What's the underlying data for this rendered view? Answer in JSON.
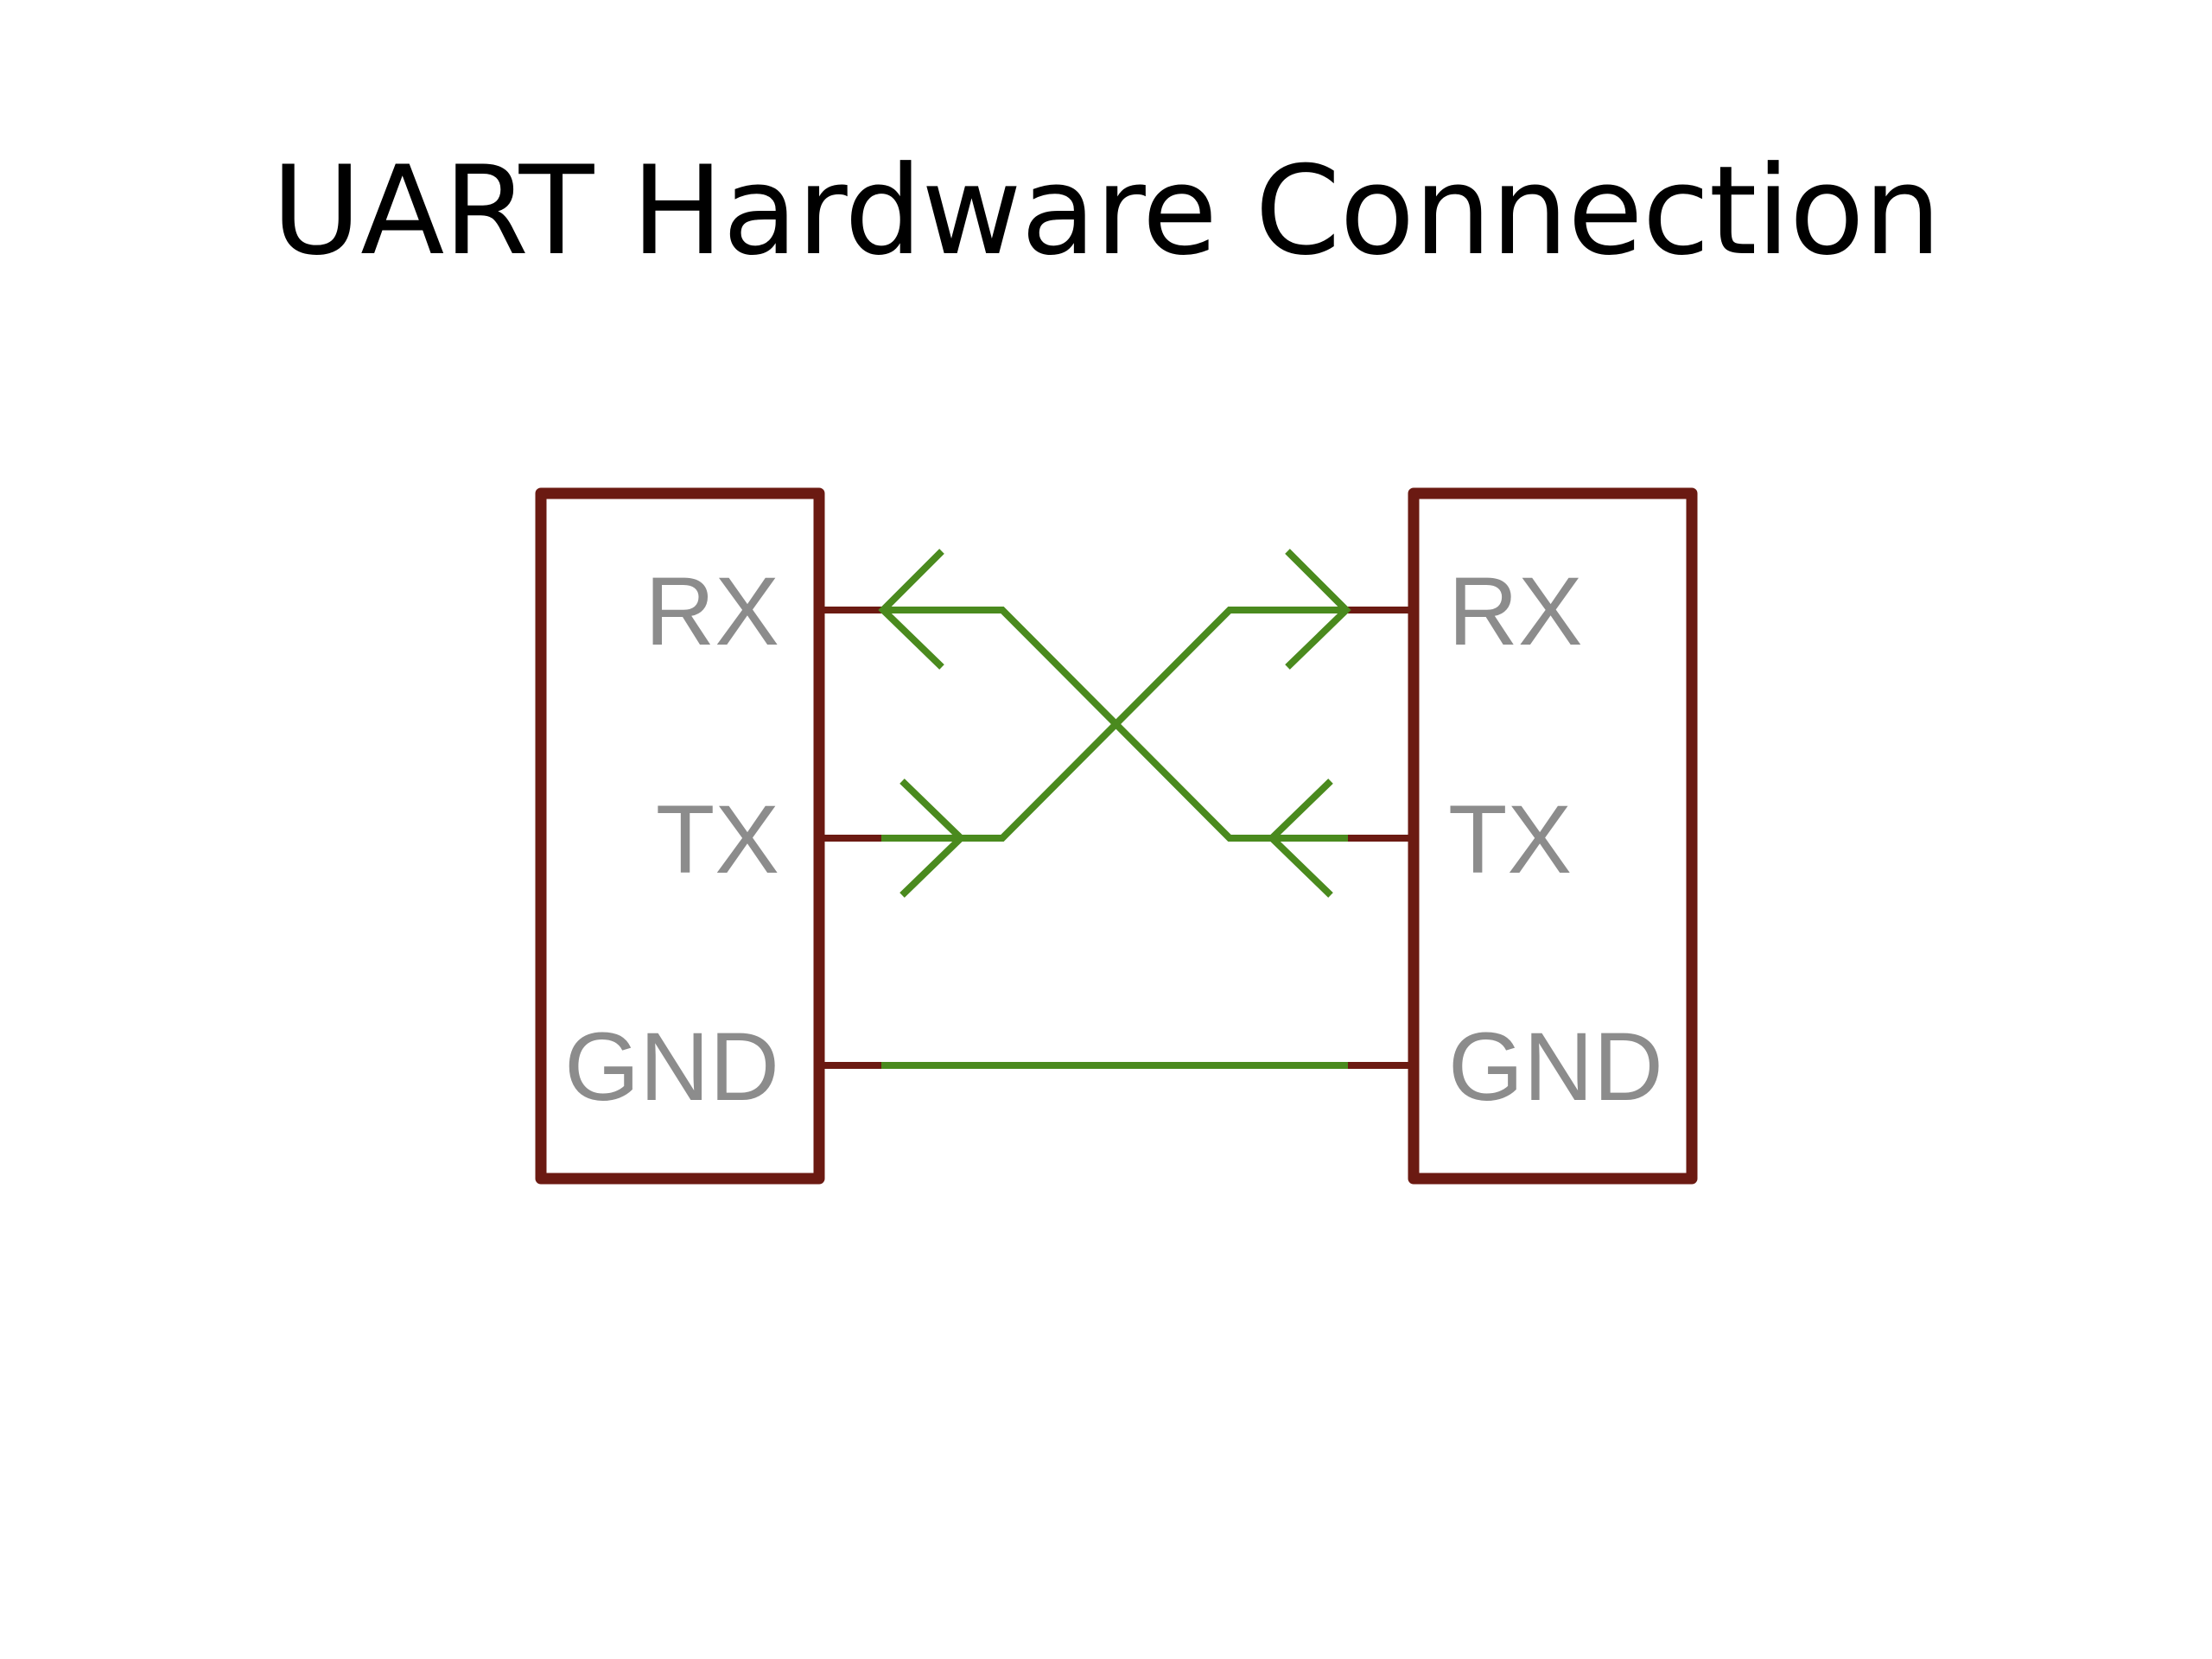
{
  "title": "UART Hardware Connection",
  "colors": {
    "box": "#6b1a12",
    "wire": "#4a8a1e",
    "label": "#8c8c8c",
    "title": "#000000"
  },
  "devices": [
    {
      "name": "left-device",
      "pins": [
        {
          "label": "RX"
        },
        {
          "label": "TX"
        },
        {
          "label": "GND"
        }
      ]
    },
    {
      "name": "right-device",
      "pins": [
        {
          "label": "RX"
        },
        {
          "label": "TX"
        },
        {
          "label": "GND"
        }
      ]
    }
  ],
  "connections": [
    {
      "from": "left.TX",
      "to": "right.RX"
    },
    {
      "from": "right.TX",
      "to": "left.RX"
    },
    {
      "from": "left.GND",
      "to": "right.GND"
    }
  ]
}
